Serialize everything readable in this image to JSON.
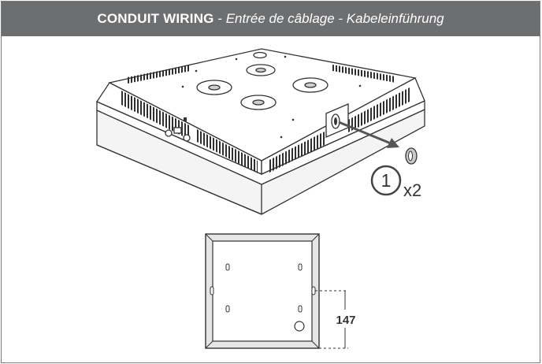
{
  "header": {
    "title_bold": "CONDUIT WIRING",
    "separator": " - ",
    "subtitle_italic": "Entrée de câblage - Kabeleinführung"
  },
  "callout": {
    "number": "1",
    "quantity": "x2"
  },
  "dimension": {
    "label": "147"
  },
  "colors": {
    "header_bg": "#6d6e70",
    "line": "#3a3a3a",
    "panel_fill": "#e6e6e6"
  }
}
